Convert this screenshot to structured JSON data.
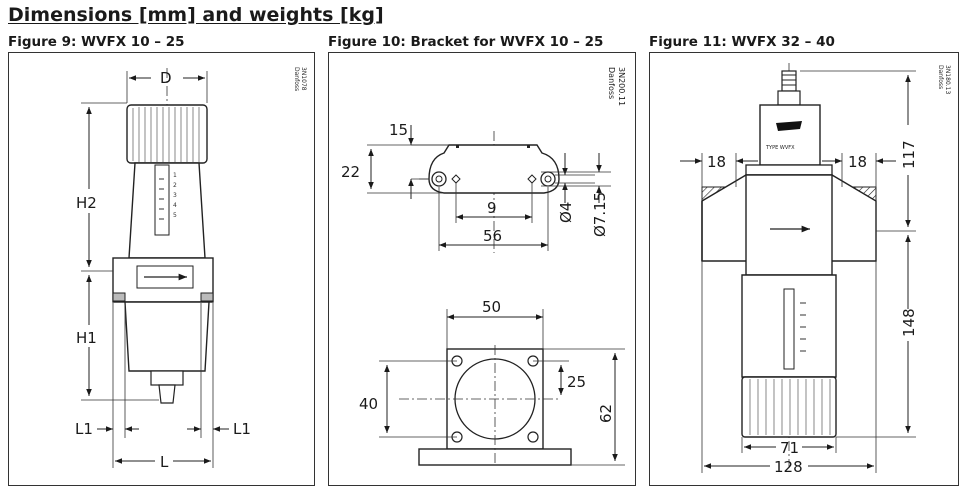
{
  "heading": "Dimensions [mm] and weights [kg]",
  "figures": [
    {
      "caption": "Figure 9: WVFX 10 – 25",
      "code": [
        "Danfoss",
        "3N1078"
      ],
      "labels": {
        "D": "D",
        "H2": "H2",
        "H1": "H1",
        "L1_left": "L1",
        "L1_right": "L1",
        "L": "L"
      },
      "scale": [
        "1",
        "2",
        "3",
        "4",
        "5"
      ]
    },
    {
      "caption": "Figure 10: Bracket for WVFX 10 – 25",
      "code": [
        "Danfoss",
        "3N200.11"
      ],
      "labels": {
        "d15": "15",
        "d22": "22",
        "d9": "9",
        "d56": "56",
        "dia4": "Ø4",
        "dia715": "Ø7.15",
        "d50": "50",
        "d25": "25",
        "d40": "40",
        "d62": "62"
      }
    },
    {
      "caption": "Figure 11: WVFX 32 – 40",
      "code": [
        "Danfoss",
        "3N180.13"
      ],
      "labels": {
        "d18_left": "18",
        "d18_right": "18",
        "d117": "117",
        "d148": "148",
        "d71": "71",
        "d128": "128",
        "type": "TYPE WVFX"
      }
    }
  ]
}
